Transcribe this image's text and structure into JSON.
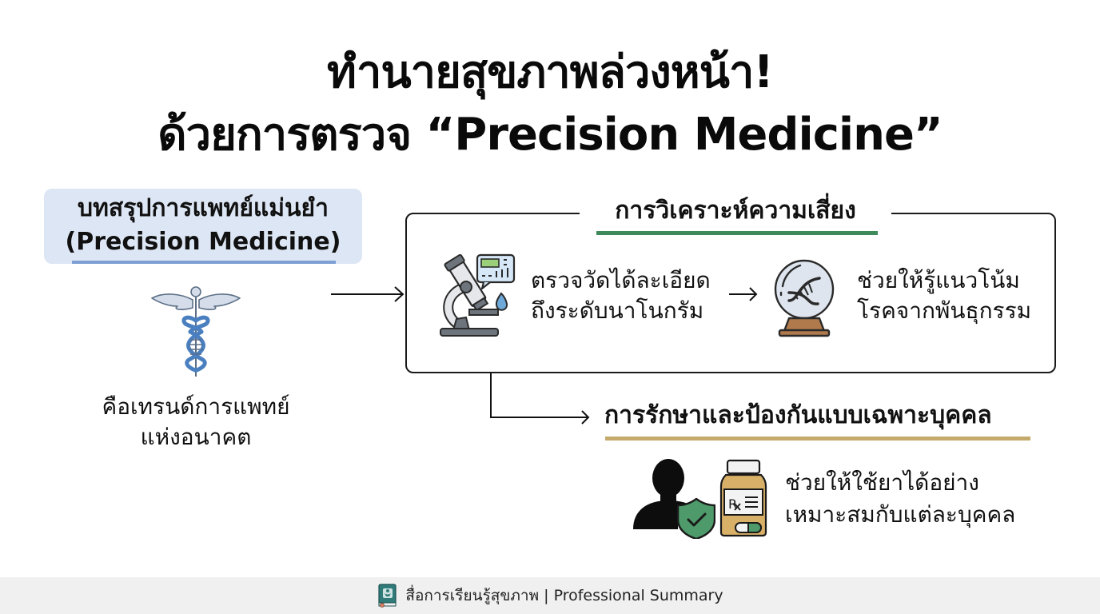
{
  "title": {
    "line1": "ทำนายสุขภาพล่วงหน้า!",
    "line2": "ด้วยการตรวจ “Precision Medicine”"
  },
  "summary": {
    "heading_line1": "บทสรุปการแพทย์แม่นยำ",
    "heading_line2": "(Precision Medicine)",
    "icon": "caduceus-dna-icon",
    "caption_line1": "คือเทรนด์การแพทย์",
    "caption_line2": "แห่งอนาคต",
    "box_color": "#dde6f4",
    "underline_color": "#7d9fd3"
  },
  "risk_analysis": {
    "heading": "การวิเคราะห์ความเสี่ยง",
    "underline_color": "#3f8a5a",
    "step1": {
      "icon": "microscope-icon",
      "line1": "ตรวจวัดได้ละเอียด",
      "line2": "ถึงระดับนาโนกรัม"
    },
    "step2": {
      "icon": "crystal-ball-dna-icon",
      "line1": "ช่วยให้รู้แนวโน้ม",
      "line2": "โรคจากพันธุกรรม"
    }
  },
  "treatment": {
    "heading": "การรักษาและป้องกันแบบเฉพาะบุคคล",
    "underline_color": "#c4ab6b",
    "icons": [
      "person-shield-icon",
      "rx-bottle-icon"
    ],
    "line1": "ช่วยให้ใช้ยาได้อย่าง",
    "line2": "เหมาะสมกับแต่ละบุคคล"
  },
  "footer": {
    "icon": "book-icon",
    "text": "สื่อการเรียนรู้สุขภาพ | Professional Summary"
  }
}
